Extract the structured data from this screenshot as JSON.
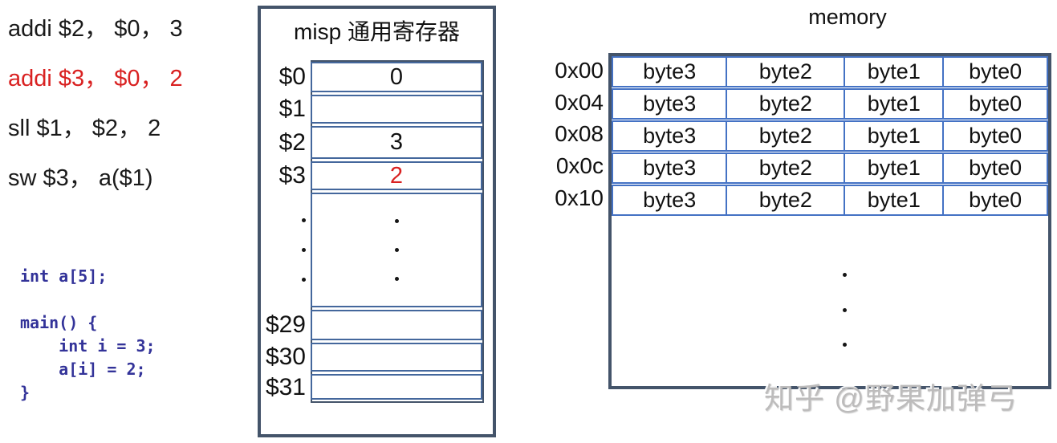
{
  "colors": {
    "border_dark": "#44546A",
    "register_row_blue": "#44679C",
    "memory_cell_blue": "#4472C4",
    "highlight_red": "#d92121",
    "code_blue": "#333399",
    "watermark_gray": "#bdbcbc"
  },
  "assembly": {
    "lines": [
      {
        "text": "addi $2， $0， 3"
      },
      {
        "text": "addi $3， $0， 2"
      },
      {
        "text": "sll $1， $2， 2"
      },
      {
        "text": "sw $3， a($1)"
      }
    ]
  },
  "c_code": {
    "source": "int a[5];\n\nmain() {\n    int i = 3;\n    a[i] = 2;\n}"
  },
  "registers": {
    "title": "misp 通用寄存器",
    "rows": [
      {
        "label": "$0",
        "value": "0"
      },
      {
        "label": "$1",
        "value": ""
      },
      {
        "label": "$2",
        "value": "3"
      },
      {
        "label": "$3",
        "value": "2"
      },
      {
        "label": "$29",
        "value": ""
      },
      {
        "label": "$30",
        "value": ""
      },
      {
        "label": "$31",
        "value": ""
      }
    ]
  },
  "memory": {
    "title": "memory",
    "addresses": [
      "0x00",
      "0x04",
      "0x08",
      "0x0c",
      "0x10"
    ],
    "row_cells": [
      "byte3",
      "byte2",
      "byte1",
      "byte0"
    ]
  },
  "watermark": {
    "text": "知乎 @野果加弹弓"
  }
}
